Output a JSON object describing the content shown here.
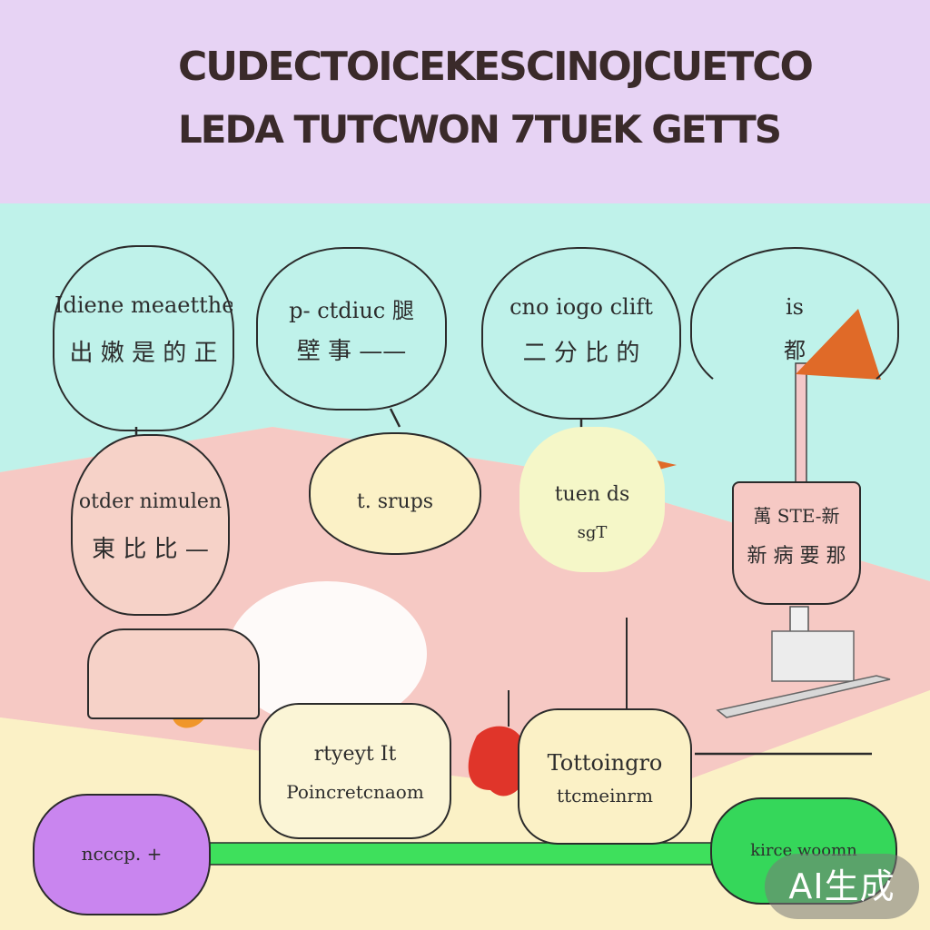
{
  "title": {
    "line1": "CUDECTOICEKESCINOJCUETCO",
    "line2": "LEDA TUTCWON 7TUEK GETTS"
  },
  "colors": {
    "header_bg": "#e7d3f4",
    "cyan_band": "#bff2ea",
    "pink_band": "#f6c9c4",
    "cream_band": "#fbf1c6",
    "pill_left": "#c985ef",
    "pill_right": "#35d75a",
    "connector": "#3ee05c",
    "flag": "#e06a28"
  },
  "bubbles": [
    {
      "id": "top-1",
      "line1": "Idiene meaetthe",
      "line2": "出 嫩 是 的 正"
    },
    {
      "id": "top-2",
      "line1": "p- ctdiuc 腿",
      "line2": "壁 事 ——"
    },
    {
      "id": "top-3",
      "line1": "cno iogo clift",
      "line2": "二 分 比 的"
    },
    {
      "id": "top-4",
      "line1": "is",
      "line2": "都"
    },
    {
      "id": "mid-1",
      "line1": "otder nimulen",
      "line2": "東 比 比 —"
    },
    {
      "id": "mid-2",
      "line1": "t. srups",
      "line2": ""
    },
    {
      "id": "mid-3",
      "line1": "tuen ds",
      "line2": "sgT"
    },
    {
      "id": "mid-4",
      "line1": "萬 STE-新",
      "line2": "新 病 要 那"
    },
    {
      "id": "low-1",
      "line1": "rtyeyt It",
      "line2": "Poincretcnaom"
    },
    {
      "id": "low-2",
      "line1": "Tottoingro",
      "line2": "ttcmeinrm"
    },
    {
      "id": "pill-left",
      "line1": "ncccp. +",
      "line2": ""
    },
    {
      "id": "pill-right",
      "line1": "kirce woomn",
      "line2": ""
    }
  ],
  "watermark": "AI生成"
}
